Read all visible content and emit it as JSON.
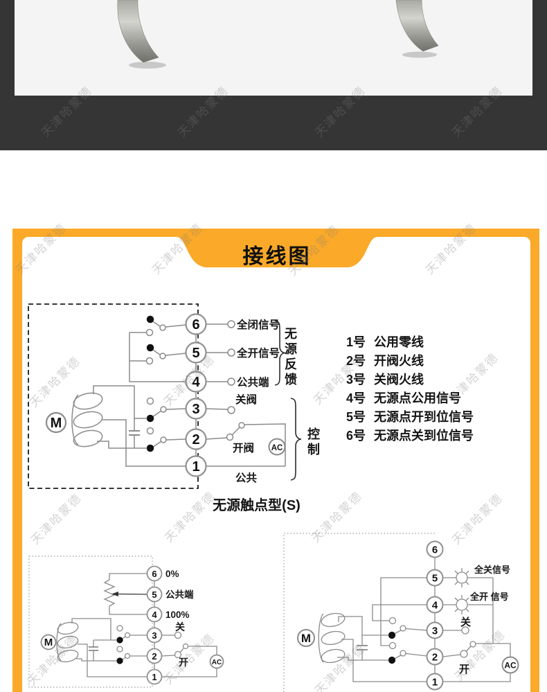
{
  "watermark": {
    "text": "天津哈蒙德"
  },
  "banner": {
    "title": "接线图"
  },
  "caption": "无源触点型(S)",
  "notes": {
    "items": [
      {
        "num": "1号",
        "text": "公用零线"
      },
      {
        "num": "2号",
        "text": "开阀火线"
      },
      {
        "num": "3号",
        "text": "关阀火线"
      },
      {
        "num": "4号",
        "text": "无源点公用信号"
      },
      {
        "num": "5号",
        "text": "无源点开到位信号"
      },
      {
        "num": "6号",
        "text": "无源点关到位信号"
      }
    ]
  },
  "main_diagram": {
    "motor": "M",
    "ac": "AC",
    "terminals": [
      "6",
      "5",
      "4",
      "3",
      "2",
      "1"
    ],
    "labels": {
      "full_close_signal": "全闭信号",
      "full_open_signal": "全开信号",
      "common_terminal": "公共端",
      "close_valve": "关阀",
      "open_valve": "开阀",
      "common": "公共",
      "feedback_group": "无源反馈",
      "control_group": "控制"
    }
  },
  "bottom_left_diagram": {
    "motor": "M",
    "ac": "AC",
    "terminals": [
      "6",
      "5",
      "4",
      "3",
      "2",
      "1"
    ],
    "labels": {
      "p0": "0%",
      "common_terminal": "公共端",
      "p100": "100%",
      "close": "关",
      "open": "开"
    }
  },
  "bottom_right_diagram": {
    "motor": "M",
    "ac": "AC",
    "terminals": [
      "6",
      "5",
      "4",
      "3",
      "2",
      "1"
    ],
    "labels": {
      "full_close_signal": "全关信号",
      "full_open_signal": "全开 信号",
      "close": "关",
      "open": "开"
    }
  },
  "colors": {
    "accent_orange": "#FAA928",
    "dark_strip": "#353535",
    "line_gray": "#8a8a8a"
  }
}
